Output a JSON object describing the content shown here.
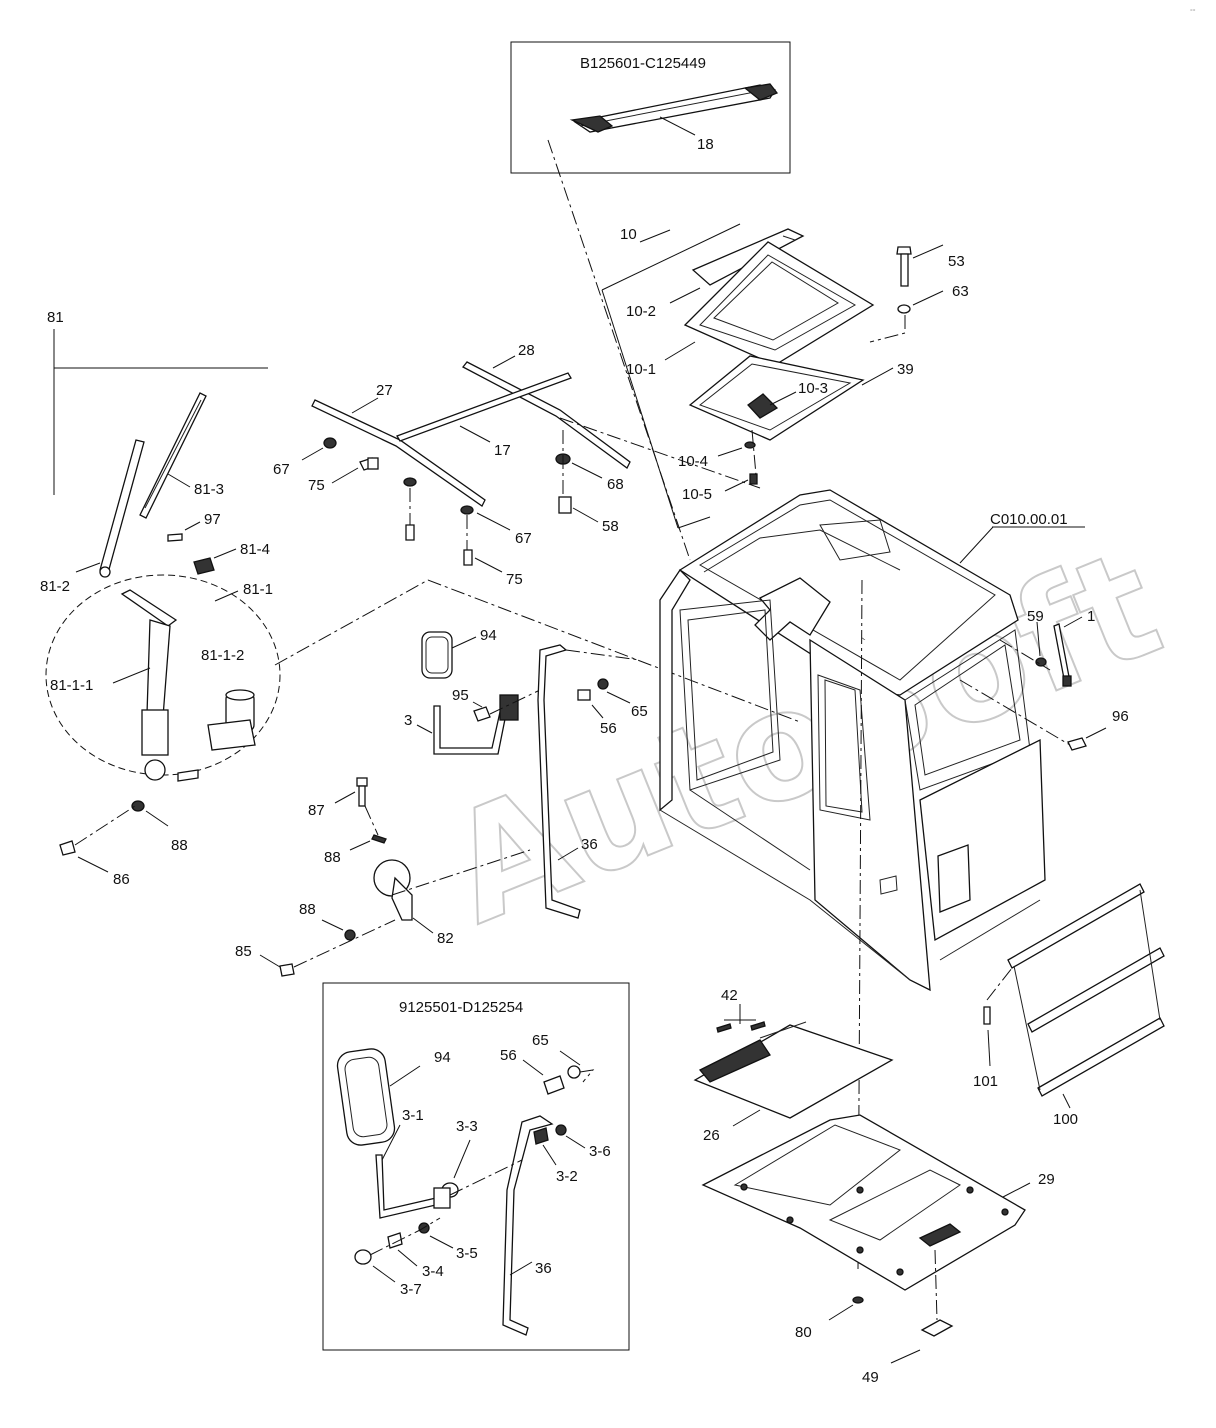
{
  "diagram": {
    "reference_code": "C010.00.01",
    "watermark": "AutoSoft",
    "serial_box_top": {
      "title": "B125601-C125449",
      "parts": [
        "18"
      ]
    },
    "serial_box_bottom": {
      "title": "9125501-D125254",
      "parts": [
        "94",
        "56",
        "65",
        "3-1",
        "3-3",
        "3-6",
        "3-2",
        "3-5",
        "3-4",
        "3-7",
        "36"
      ]
    },
    "labels": {
      "p10": "10",
      "p10_1": "10-1",
      "p10_2": "10-2",
      "p10_3": "10-3",
      "p10_4": "10-4",
      "p10_5": "10-5",
      "p53": "53",
      "p63": "63",
      "p39": "39",
      "p81": "81",
      "p81_1": "81-1",
      "p81_1_1": "81-1-1",
      "p81_1_2": "81-1-2",
      "p81_2": "81-2",
      "p81_3": "81-3",
      "p81_4": "81-4",
      "p97": "97",
      "p86": "86",
      "p88a": "88",
      "p88b": "88",
      "p88c": "88",
      "p85": "85",
      "p82": "82",
      "p87": "87",
      "p27": "27",
      "p28": "28",
      "p17": "17",
      "p67a": "67",
      "p67b": "67",
      "p75a": "75",
      "p75b": "75",
      "p68": "68",
      "p58": "58",
      "p94": "94",
      "p95": "95",
      "p3": "3",
      "p56": "56",
      "p65": "65",
      "p36": "36",
      "p59": "59",
      "p1": "1",
      "p96": "96",
      "p42": "42",
      "p26": "26",
      "p29": "29",
      "p80": "80",
      "p49": "49",
      "p101": "101",
      "p100": "100",
      "b94": "94",
      "b56": "56",
      "b65": "65",
      "b3_1": "3-1",
      "b3_3": "3-3",
      "b3_6": "3-6",
      "b3_2": "3-2",
      "b3_5": "3-5",
      "b3_4": "3-4",
      "b3_7": "3-7",
      "b36": "36"
    }
  }
}
